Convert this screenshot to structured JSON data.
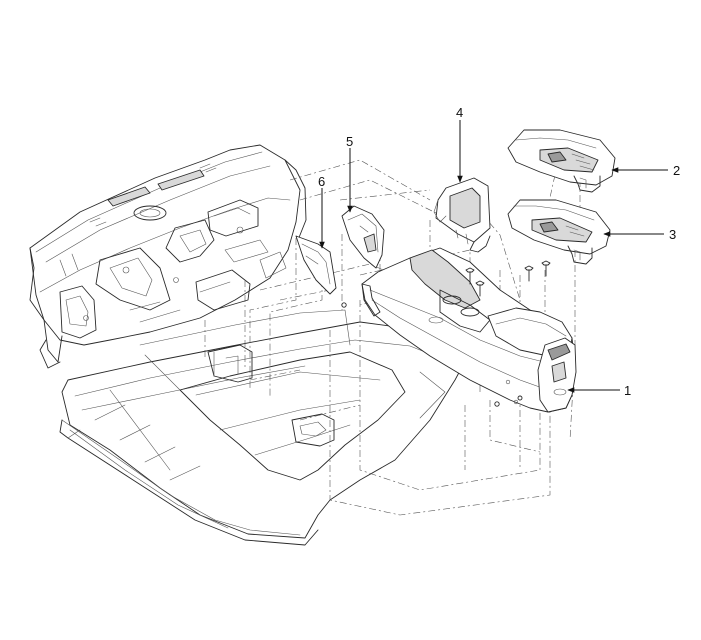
{
  "callouts": [
    {
      "id": "1",
      "label": "1"
    },
    {
      "id": "2",
      "label": "2"
    },
    {
      "id": "3",
      "label": "3"
    },
    {
      "id": "4",
      "label": "4"
    },
    {
      "id": "5",
      "label": "5"
    },
    {
      "id": "6",
      "label": "6"
    }
  ],
  "colors": {
    "ink": "#2a2a2a",
    "shade": "#d9d9d9",
    "background": "#ffffff"
  }
}
